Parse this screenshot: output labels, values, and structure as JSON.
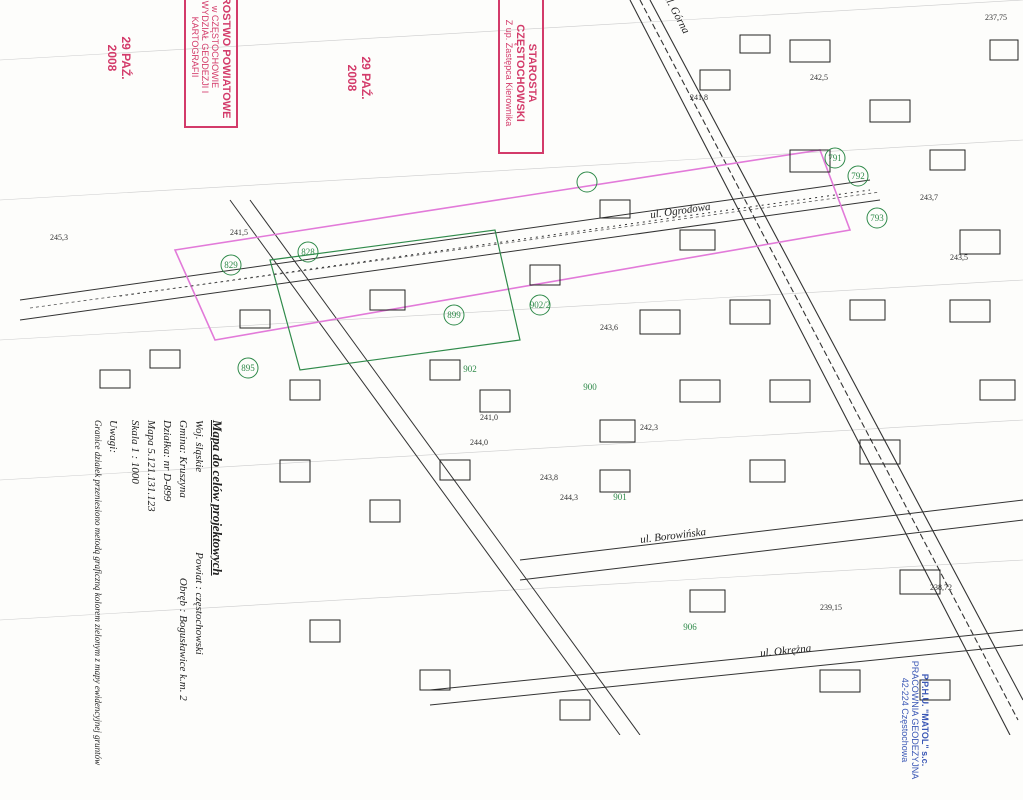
{
  "legend": {
    "title": "Mapa do celów projektowych",
    "woj": "Woj. śląskie",
    "powiat": "Powiat : częstochowski",
    "gmina": "Gmina: Kruszyna",
    "obreb": "Obręb : Bogusławice k.m. 2",
    "dzialka": "Działka: nr D-899",
    "mapa": "Mapa 5.121.131.123",
    "skala": "Skala 1 : 1000",
    "uwagi_label": "Uwagi:",
    "uwagi_text": "Granice działek przeniesiono metodą graficzną kolorem zielonym z mapy ewidencyjnej gruntów"
  },
  "streets": {
    "gorna": "ul. Górna",
    "borowinska": "ul. Borowińska",
    "okrezna": "ul. Okrężna",
    "ogrodowa": "ul. Ogrodowa"
  },
  "stamps": {
    "starostwo_title": "STAROSTWO POWIATOWE",
    "starostwo_city": "w CZĘSTOCHOWIE",
    "starostwo_dept": "WYDZIAŁ GEODEZJI I KARTOGRAFII",
    "date": "29 PAŹ. 2008",
    "starosta_title": "STAROSTA CZĘSTOCHOWSKI",
    "starosta_sub": "Z up. Zastępca Kierownika",
    "pracownia_title": "P.P.H.U. \"MATOL\" s.c.",
    "pracownia_sub": "PRACOWNIA GEODEZYJNA",
    "pracownia_addr": "42-224 Częstochowa"
  },
  "parcels": [
    "899",
    "828",
    "901",
    "900",
    "793",
    "792",
    "791",
    "902",
    "906",
    "902/2",
    "829",
    "895"
  ],
  "heights": [
    "241,0",
    "241,8",
    "242,5",
    "244,0",
    "243,8",
    "241,5",
    "242,3",
    "244,3",
    "243,6",
    "245,3",
    "238,72",
    "239,15",
    "237,75",
    "243,7",
    "243,5"
  ],
  "colors": {
    "line": "#333333",
    "stamp_red": "#d33b6a",
    "stamp_blue": "#3a57b5",
    "boundary_pink": "#e27ad9",
    "boundary_green": "#2f8a4a"
  }
}
